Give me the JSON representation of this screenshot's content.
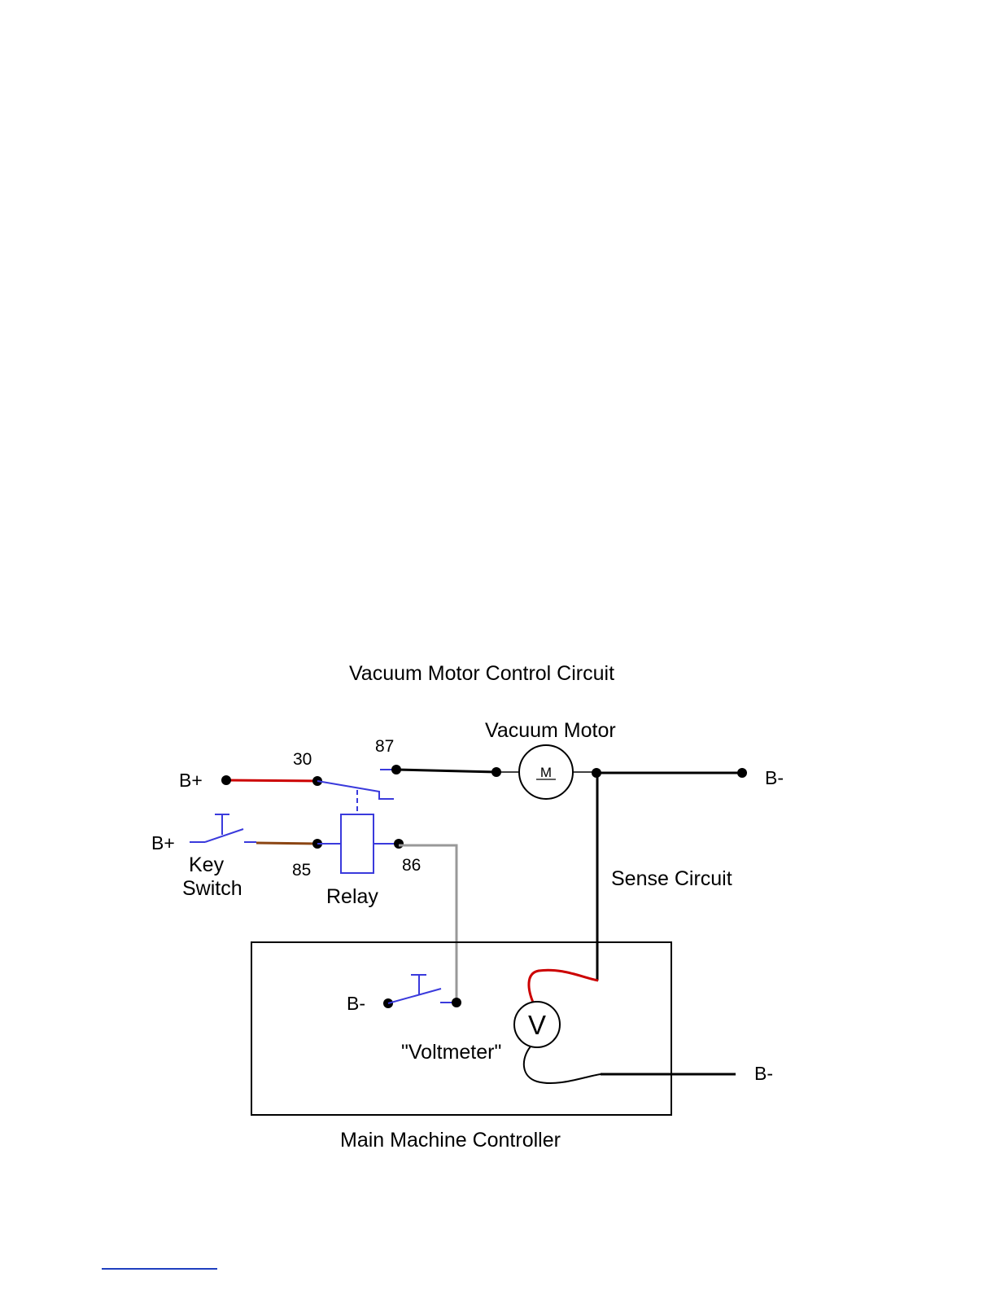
{
  "diagram": {
    "title": "Vacuum Motor Control Circuit",
    "labels": {
      "bplus_top": "B+",
      "bplus_key": "B+",
      "bminus_right": "B-",
      "bminus_controller": "B-",
      "bminus_bottom": "B-",
      "terminal_30": "30",
      "terminal_87": "87",
      "terminal_85": "85",
      "terminal_86": "86",
      "vacuum_motor": "Vacuum Motor",
      "motor_symbol": "M",
      "key": "Key",
      "switch": "Switch",
      "relay": "Relay",
      "sense_circuit": "Sense Circuit",
      "voltmeter_symbol": "V",
      "voltmeter": "\"Voltmeter\"",
      "controller": "Main Machine Controller"
    },
    "colors": {
      "positive_wire": "#cc0000",
      "coil_wire": "#8b4513",
      "switch_blue": "#3a3adc",
      "signal_gray": "#999999",
      "wire_black": "#000000"
    }
  }
}
